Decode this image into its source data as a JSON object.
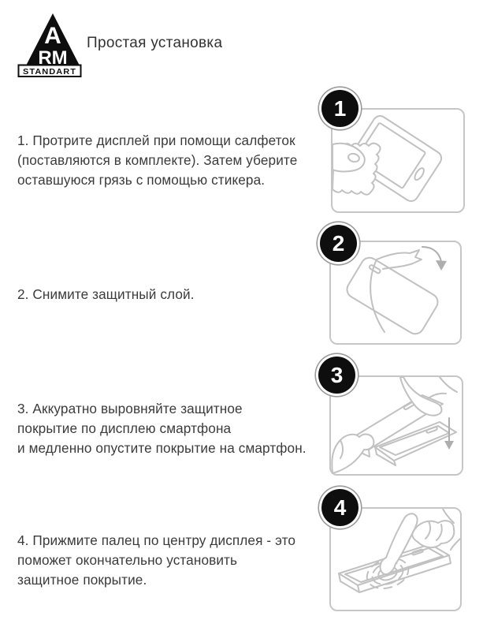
{
  "brand": {
    "letter_a": "A",
    "letters_rm": "RM",
    "name": "STANDART"
  },
  "title": "Простая установка",
  "steps": [
    {
      "number": "1",
      "lines": [
        "1. Протрите дисплей при помощи салфеток",
        "(поставляются в комплекте). Затем уберите",
        "оставшуюся грязь с помощью стикера."
      ],
      "illustration": "wiping-display-with-cloth"
    },
    {
      "number": "2",
      "lines": [
        "2. Снимите защитный слой."
      ],
      "illustration": "peeling-protective-layer-off-glass"
    },
    {
      "number": "3",
      "lines": [
        "3. Аккуратно выровняйте защитное",
        "покрытие по дисплею смартфона",
        "и медленно опустите покрытие на смартфон."
      ],
      "illustration": "two-hands-aligning-glass-over-phone"
    },
    {
      "number": "4",
      "lines": [
        "4. Прижмите палец по центру дисплея - это",
        "поможет окончательно установить",
        "защитное покрытие."
      ],
      "illustration": "finger-pressing-center-of-display"
    }
  ],
  "colors": {
    "badge_bg": "#0e0e0e",
    "badge_text": "#ffffff",
    "line_art": "#c1c1c1",
    "text": "#3b3b3b",
    "frame_border": "#c6c6c6"
  }
}
